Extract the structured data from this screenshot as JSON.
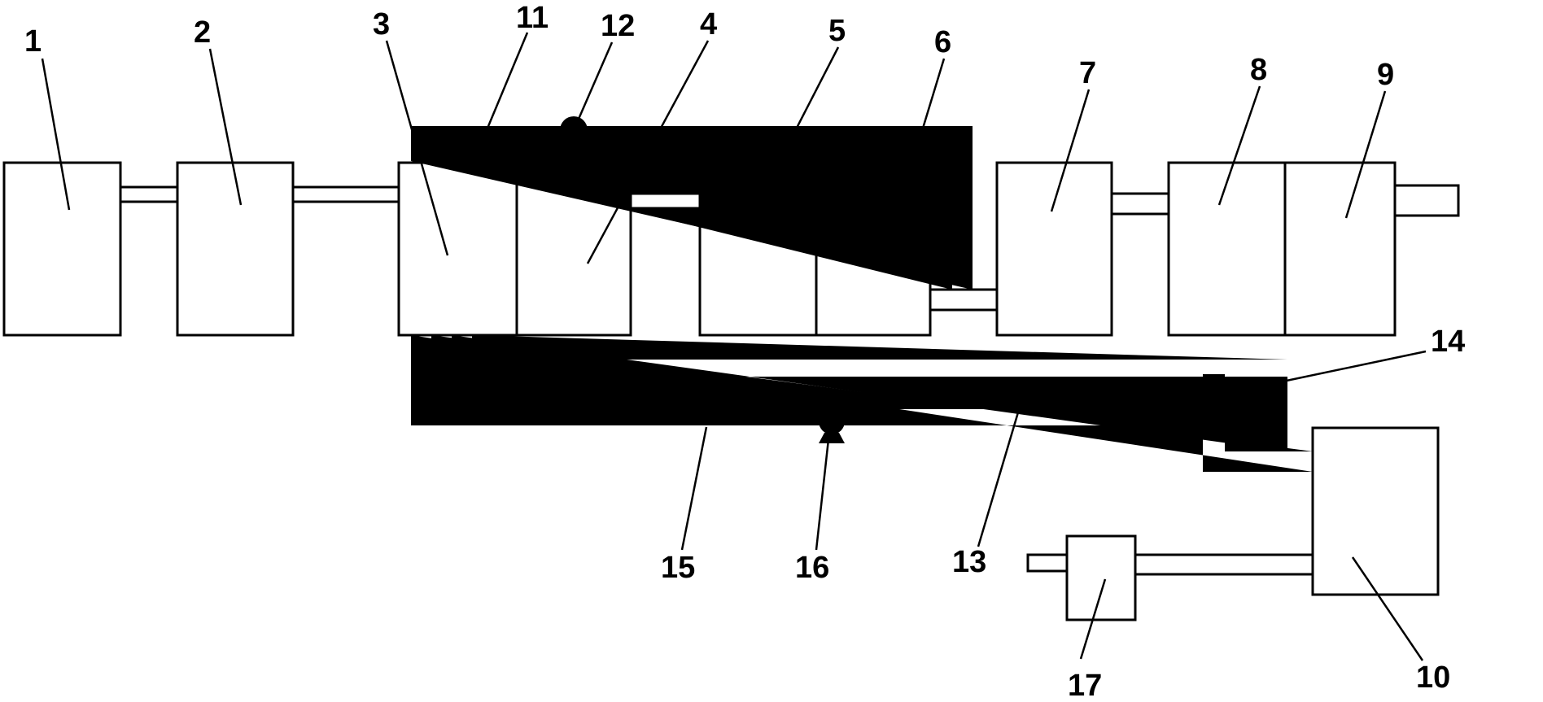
{
  "diagram": {
    "labels": {
      "1": "1",
      "2": "2",
      "3": "3",
      "4": "4",
      "5": "5",
      "6": "6",
      "7": "7",
      "8": "8",
      "9": "9",
      "10": "10",
      "11": "11",
      "12": "12",
      "13": "13",
      "14": "14",
      "15": "15",
      "16": "16",
      "17": "17"
    },
    "colors": {
      "line": "#000000",
      "background": "#ffffff"
    },
    "components": [
      {
        "id": "1",
        "kind": "tank"
      },
      {
        "id": "2",
        "kind": "tank"
      },
      {
        "id": "3",
        "kind": "tank-section"
      },
      {
        "id": "4",
        "kind": "tank-section"
      },
      {
        "id": "5",
        "kind": "tank-section"
      },
      {
        "id": "6",
        "kind": "tank-section"
      },
      {
        "id": "7",
        "kind": "tank"
      },
      {
        "id": "8",
        "kind": "tank-section"
      },
      {
        "id": "9",
        "kind": "tank-section"
      },
      {
        "id": "10",
        "kind": "tank"
      },
      {
        "id": "11",
        "kind": "pipe"
      },
      {
        "id": "12",
        "kind": "pump"
      },
      {
        "id": "13",
        "kind": "pipe"
      },
      {
        "id": "14",
        "kind": "pipe"
      },
      {
        "id": "15",
        "kind": "pipe"
      },
      {
        "id": "16",
        "kind": "pump"
      },
      {
        "id": "17",
        "kind": "unit"
      }
    ]
  }
}
